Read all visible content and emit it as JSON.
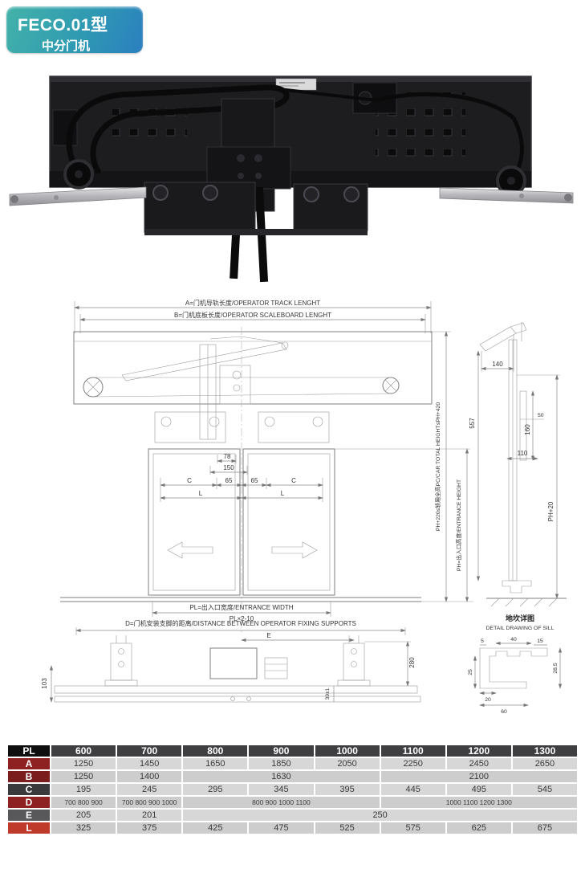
{
  "badge": {
    "model": "FECO.01型",
    "name": "中分门机"
  },
  "colors": {
    "badge_gradient": [
      "#43b3a9",
      "#2b7fc0"
    ],
    "table_header_bg": "#3f3f42",
    "table_corner_bg": "#0f0f10",
    "table_cell_bg": "#d7d7d7",
    "row_label_colors": {
      "A": "#8e2121",
      "B": "#7c1d1d",
      "C": "#3a3a3c",
      "D": "#8e2121",
      "E": "#58585a",
      "L": "#bf3a2b"
    }
  },
  "drawing": {
    "front": {
      "track_length": "A=门机导轨长度/OPERATOR TRACK LENGHT",
      "board_length": "B=门机底板长度/OPERATOR SCALEBOARD LENGHT",
      "dim_78": "78",
      "dim_150": "150",
      "dim_65": "65",
      "dim_c": "C",
      "dim_l": "L",
      "entrance_width": "PL=出入口宽度/ENTRANCE WIDTH",
      "pl_formula": "PL×2-10",
      "car_total_height": "PH+220≤轿厢全高PC/CAR TOTAL HEIGHT≤PH+420",
      "entrance_height": "PH=出入口高度/ENTRANCE HEIGHT"
    },
    "side": {
      "dim_140": "140",
      "dim_557": "557",
      "dim_160": "160",
      "dim_50": "50",
      "dim_110": "110",
      "dim_ph20": "PH+20"
    },
    "supports": {
      "label": "D=门机安装支脚的距离/DISTANCE BETWEEN OPERATOR FIXING SUPPORTS",
      "dim_e": "E",
      "dim_280": "280",
      "dim_103": "103",
      "dim_39": "39±1"
    },
    "sill": {
      "title_cn": "地坎详图",
      "title_en": "DETAIL DRAWING OF SILL",
      "dim_5": "5",
      "dim_40": "40",
      "dim_15": "15",
      "dim_25": "25",
      "dim_285": "28.5",
      "dim_20": "20",
      "dim_60": "60"
    }
  },
  "table": {
    "header": {
      "corner": "PL",
      "columns": [
        "600",
        "700",
        "800",
        "900",
        "1000",
        "1100",
        "1200",
        "1300"
      ]
    },
    "rows": [
      {
        "label": "A",
        "label_color": "#8e2121",
        "cells": [
          "1250",
          "1450",
          "1650",
          "1850",
          "2050",
          "2250",
          "2450",
          "2650"
        ]
      },
      {
        "label": "B",
        "label_color": "#7c1d1d",
        "spans": [
          1,
          1,
          3,
          3
        ],
        "cells": [
          "1250",
          "1400",
          "1630",
          "2100"
        ]
      },
      {
        "label": "C",
        "label_color": "#3a3a3c",
        "cells": [
          "195",
          "245",
          "295",
          "345",
          "395",
          "445",
          "495",
          "545"
        ]
      },
      {
        "label": "D",
        "label_color": "#8e2121",
        "spans": [
          1,
          1,
          3,
          3
        ],
        "cells": [
          "700 800 900",
          "700 800 900 1000",
          "800 900 1000 1100",
          "1000 1100 1200 1300"
        ]
      },
      {
        "label": "E",
        "label_color": "#58585a",
        "spans": [
          1,
          1,
          6
        ],
        "cells": [
          "205",
          "201",
          "250"
        ]
      },
      {
        "label": "L",
        "label_color": "#bf3a2b",
        "cells": [
          "325",
          "375",
          "425",
          "475",
          "525",
          "575",
          "625",
          "675"
        ]
      }
    ]
  }
}
